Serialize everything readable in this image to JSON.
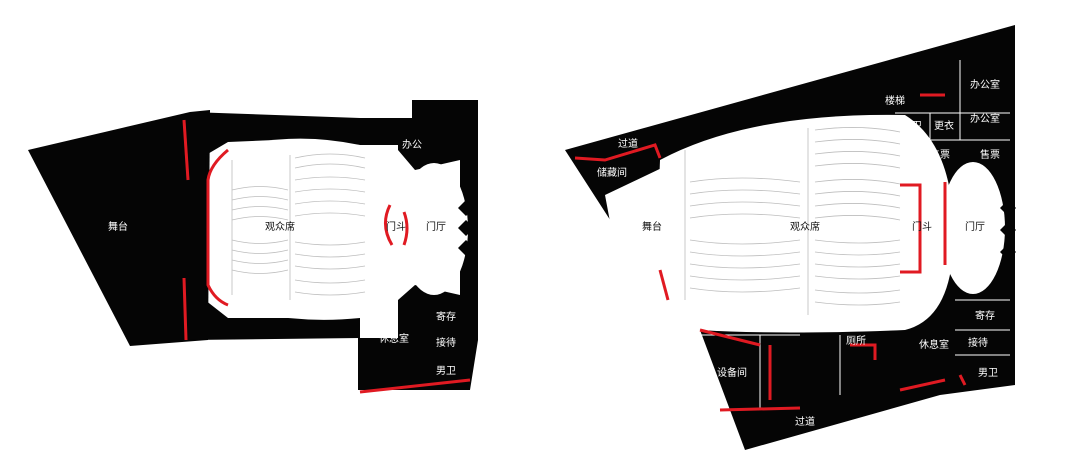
{
  "colors": {
    "wall": "#050505",
    "accent": "#e01a22",
    "floor": "#ffffff",
    "line": "#bdbdbd"
  },
  "plan_left": {
    "labels": {
      "stage": "舞台",
      "audience": "观众席",
      "sound_lock": "门斗",
      "foyer": "门厅",
      "office": "办公",
      "lounge": "休息室",
      "storage": "寄存",
      "reception": "接待",
      "mens_wc": "男卫"
    }
  },
  "plan_right": {
    "labels": {
      "stage": "舞台",
      "audience": "观众席",
      "sound_lock": "门斗",
      "foyer": "门厅",
      "corridor_top": "过道",
      "corridor_bottom": "过道",
      "storeroom": "储藏间",
      "stairs": "楼梯",
      "office_top": "办公室",
      "office_right": "办公室",
      "womens_wc": "女卫",
      "changing": "更衣",
      "ticket_1": "售票",
      "ticket_2": "售票",
      "storage": "寄存",
      "lounge": "休息室",
      "reception": "接待",
      "mens_wc": "男卫",
      "toilet": "厕所",
      "equipment": "设备间"
    }
  }
}
